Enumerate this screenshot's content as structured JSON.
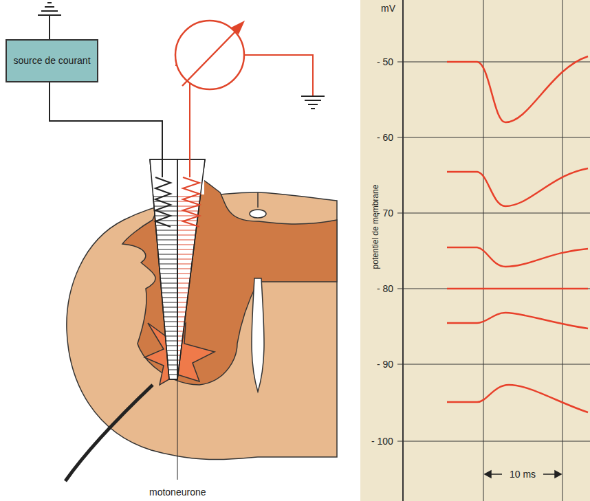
{
  "diagram": {
    "nodes": [
      {
        "text": [
          "source de courant"
        ]
      }
    ],
    "labels": [
      "motoneurone",
      "mV",
      "- 50",
      "- 60",
      "- 70",
      "- 80",
      "- 90",
      "- 100",
      "potentiel de membrane",
      "10 ms"
    ]
  }
}
